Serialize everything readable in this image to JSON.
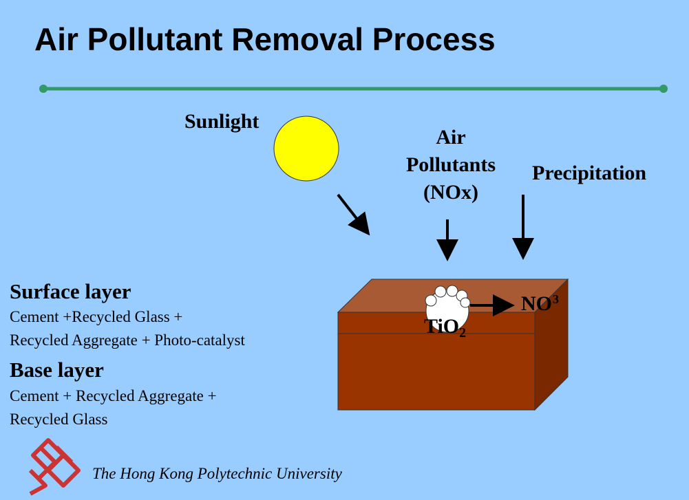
{
  "slide": {
    "title": "Air Pollutant Removal Process"
  },
  "diagram": {
    "sunlight_label": "Sunlight",
    "air_pollutants_lines": [
      "Air",
      "Pollutants",
      "(NOx)"
    ],
    "precipitation_label": "Precipitation",
    "product_main": "NO",
    "product_superscript": "3",
    "catalyst_main": "TiO",
    "catalyst_subscript": "2"
  },
  "layers": {
    "surface": {
      "title": "Surface layer",
      "lines": [
        "Cement +Recycled Glass +",
        "Recycled Aggregate + Photo-catalyst"
      ]
    },
    "base": {
      "title": "Base layer",
      "lines": [
        "Cement + Recycled Aggregate +",
        "Recycled Glass"
      ]
    }
  },
  "footer": {
    "university": "The Hong Kong Polytechnic University"
  },
  "colors": {
    "background": "#99ccff",
    "title_rule": "#339966",
    "sun": "#ffff00",
    "block_front": "#993300",
    "block_top": "#a85a35",
    "block_side": "#7a2800",
    "logo": "#cc3333"
  }
}
